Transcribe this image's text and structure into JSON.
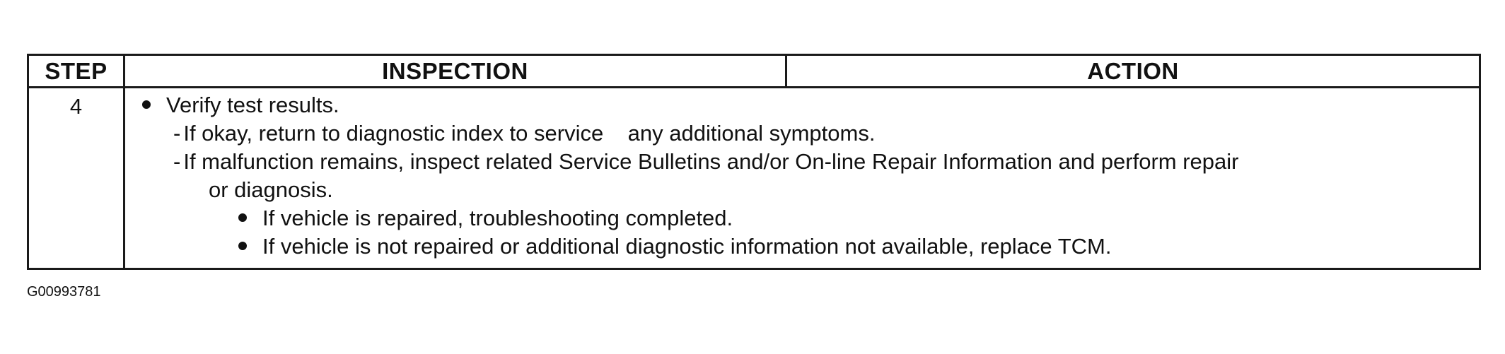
{
  "table": {
    "headers": {
      "step": "STEP",
      "inspection": "INSPECTION",
      "action": "ACTION"
    },
    "row": {
      "step": "4",
      "lines": {
        "verify": "Verify test results.",
        "okay_dash": "-",
        "okay": "If okay, return to diagnostic index to service    any additional symptoms.",
        "malfunction_dash": "-",
        "malfunction": "If malfunction remains, inspect related Service Bulletins and/or On-line Repair Information and perform repair",
        "malfunction_cont": "or diagnosis.",
        "repaired": "If vehicle is repaired, troubleshooting completed.",
        "not_repaired": "If vehicle is not repaired or additional diagnostic information not available, replace TCM."
      }
    }
  },
  "figure_id": "G00993781"
}
